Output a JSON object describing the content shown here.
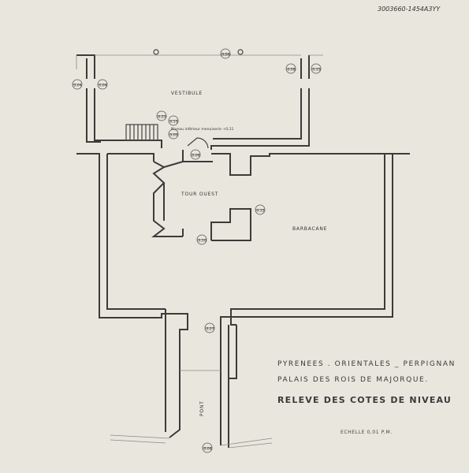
{
  "reference_code": "3003660-1454A3YY",
  "rooms": {
    "vestibule": "VESTIBULE",
    "tour_ouest": "TOUR OUEST",
    "barbacane": "BARBACANE",
    "pont": "PONT"
  },
  "annotation": "Niveau inférieur menuiserie +0,11",
  "markers": {
    "m1": "0,04",
    "m2": "0,04",
    "m3": "0,06",
    "m4": "0,08",
    "m5": "0,15",
    "m6": "0,25",
    "m7": "0,15",
    "m8": "0,00",
    "m9": "0,06",
    "m10": "0,12",
    "m11": "0,10",
    "m12": "0,27",
    "m13": "0,08"
  },
  "title": {
    "line1": "PYRENEES . ORIENTALES _ PERPIGNAN",
    "line2": "PALAIS DES ROIS DE MAJORQUE.",
    "line3": "RELEVE DES COTES DE NIVEAU"
  },
  "scale": "ECHELLE 0,01 P.M."
}
